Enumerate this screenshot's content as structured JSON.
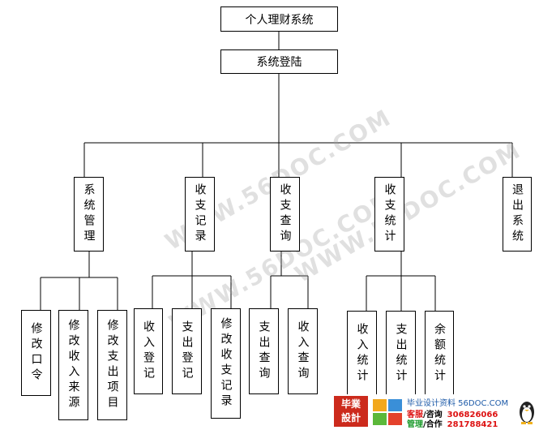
{
  "nodes": {
    "root": "个人理财系统",
    "login": "系统登陆",
    "sys_manage": "系统管理",
    "income_expense_record": "收支记录",
    "income_expense_query": "收支查询",
    "income_expense_stats": "收支统计",
    "exit_system": "退出系统",
    "change_password": "修改口令",
    "modify_income_source": "修改收入来源",
    "modify_expense_item": "修改支出项目",
    "income_register": "收入登记",
    "expense_register": "支出登记",
    "modify_income_expense_record": "修改收支记录",
    "expense_query": "支出查询",
    "income_query": "收入查询",
    "income_stats": "收入统计",
    "expense_stats": "支出统计",
    "balance_stats": "余额统计"
  },
  "watermark": {
    "text": "WWW.56DOC.COM"
  },
  "footer": {
    "logo_line1": "毕業",
    "logo_line2": "設計",
    "title": "毕业设计资料 56DOC.COM",
    "service_label": "客服",
    "consult_label": "/咨询",
    "service_number": "306826066",
    "manage_label": "管理",
    "cooperate_label": "/合作",
    "manage_number": "281788421"
  }
}
